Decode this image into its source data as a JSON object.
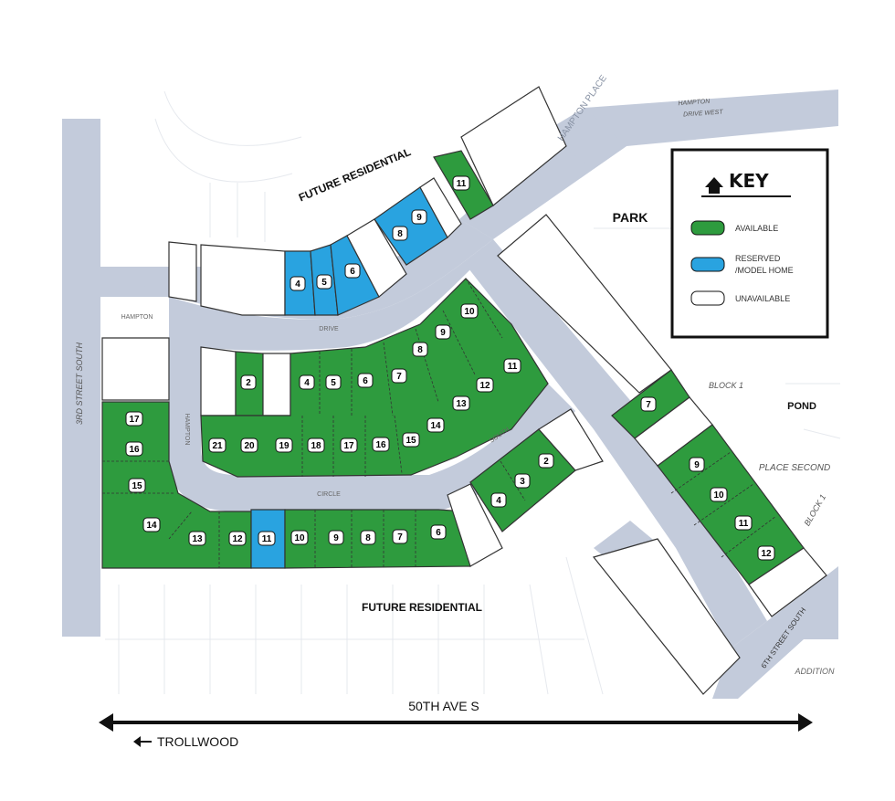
{
  "colors": {
    "available": "#2e9b3e",
    "reserved": "#29a3e0",
    "unavailable": "#ffffff",
    "road": "#c3cbdb",
    "lot_line": "#333333",
    "faint": "#e3e6ec"
  },
  "key": {
    "title": "KEY",
    "icon": "home-icon",
    "available": "AVAILABLE",
    "reserved_line1": "RESERVED",
    "reserved_line2": "/MODEL HOME",
    "unavailable": "UNAVAILABLE"
  },
  "labels": {
    "future_residential_top": "FUTURE RESIDENTIAL",
    "future_residential_bottom": "FUTURE RESIDENTIAL",
    "park": "PARK",
    "pond": "POND",
    "bottom_road": "50TH AVE S",
    "trollwood": "TROLLWOOD",
    "third_street": "3RD STREET SOUTH",
    "hampton_drive_west": [
      "HAMPTON",
      "DRIVE WEST"
    ],
    "hampton_place": "HAMPTON PLACE",
    "block_1": "BLOCK 1",
    "place_second": "PLACE SECOND",
    "sixth_street": "6TH STREET SOUTH",
    "addition": "ADDITION",
    "hampton_left": "HAMPTON",
    "drive": "DRIVE",
    "circle": "CIRCLE",
    "south": "SOUTH",
    "hampton_vertical": "HAMPTON",
    "block_right": "BLOCK 1"
  },
  "lots": {
    "top_row": [
      {
        "n": "4",
        "status": "reserved"
      },
      {
        "n": "5",
        "status": "reserved"
      },
      {
        "n": "6",
        "status": "reserved"
      },
      {
        "n": "8",
        "status": "reserved"
      },
      {
        "n": "9",
        "status": "reserved"
      },
      {
        "n": "11",
        "status": "available"
      }
    ],
    "inner_north": [
      {
        "n": "2",
        "status": "available"
      },
      {
        "n": "4",
        "status": "available"
      },
      {
        "n": "5",
        "status": "available"
      },
      {
        "n": "6",
        "status": "available"
      },
      {
        "n": "7",
        "status": "available"
      },
      {
        "n": "8",
        "status": "available"
      },
      {
        "n": "9",
        "status": "available"
      },
      {
        "n": "10",
        "status": "available"
      },
      {
        "n": "11",
        "status": "available"
      },
      {
        "n": "12",
        "status": "available"
      },
      {
        "n": "13",
        "status": "available"
      },
      {
        "n": "14",
        "status": "available"
      },
      {
        "n": "15",
        "status": "available"
      },
      {
        "n": "16",
        "status": "available"
      },
      {
        "n": "17",
        "status": "available"
      },
      {
        "n": "18",
        "status": "available"
      },
      {
        "n": "19",
        "status": "available"
      },
      {
        "n": "20",
        "status": "available"
      },
      {
        "n": "21",
        "status": "available"
      }
    ],
    "outer_south": [
      {
        "n": "17",
        "status": "available"
      },
      {
        "n": "16",
        "status": "available"
      },
      {
        "n": "15",
        "status": "available"
      },
      {
        "n": "14",
        "status": "available"
      },
      {
        "n": "13",
        "status": "available"
      },
      {
        "n": "12",
        "status": "available"
      },
      {
        "n": "11",
        "status": "reserved"
      },
      {
        "n": "10",
        "status": "available"
      },
      {
        "n": "9",
        "status": "available"
      },
      {
        "n": "8",
        "status": "available"
      },
      {
        "n": "7",
        "status": "available"
      },
      {
        "n": "6",
        "status": "available"
      }
    ],
    "south_island": [
      {
        "n": "4",
        "status": "available"
      },
      {
        "n": "3",
        "status": "available"
      },
      {
        "n": "2",
        "status": "available"
      }
    ],
    "east_block": [
      {
        "n": "7",
        "status": "available"
      },
      {
        "n": "9",
        "status": "available"
      },
      {
        "n": "10",
        "status": "available"
      },
      {
        "n": "11",
        "status": "available"
      },
      {
        "n": "12",
        "status": "available"
      }
    ]
  }
}
